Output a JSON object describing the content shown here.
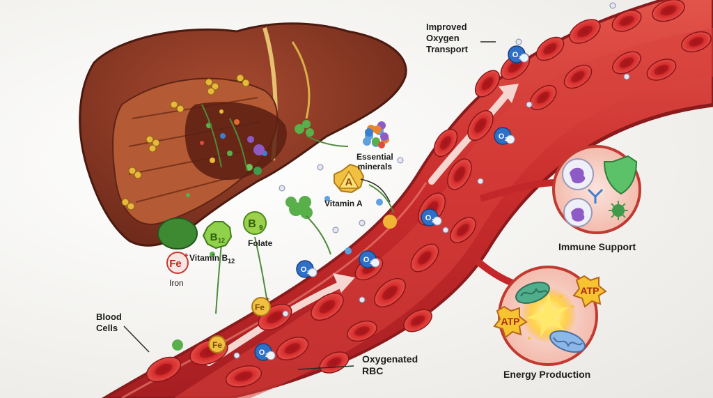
{
  "labels": {
    "improved_oxygen": [
      "Improved",
      "Oxygen",
      "Transport"
    ],
    "essential_minerals": [
      "Essential",
      "minerals"
    ],
    "vitamin_a": "Vitamin A",
    "folate": "Folate",
    "vitamin_b12": "Vitamin B",
    "vitamin_b12_sub": "12",
    "iron": "Iron",
    "blood_cells": [
      "Blood",
      "Cells"
    ],
    "oxygenated_rbc": [
      "Oxygenated",
      "RBC"
    ],
    "immune_support": "Immune Support",
    "energy_production": "Energy Production"
  },
  "badges": {
    "iron_symbol": "Fe",
    "iron_charge": "+",
    "b12_letter": "B",
    "b12_sub": "12",
    "folate_letter": "B",
    "folate_sub": "9",
    "vitamin_a_letter": "A",
    "oxygen": "O",
    "oxygen_sub": "2",
    "atp": "ATP"
  },
  "colors": {
    "liver": "#8a3a24",
    "liver_dark": "#5e2416",
    "vessel": "#c4272a",
    "vessel_light": "#e0504a",
    "rbc": "#d3262a",
    "gallbladder": "#d8b04a"
  }
}
